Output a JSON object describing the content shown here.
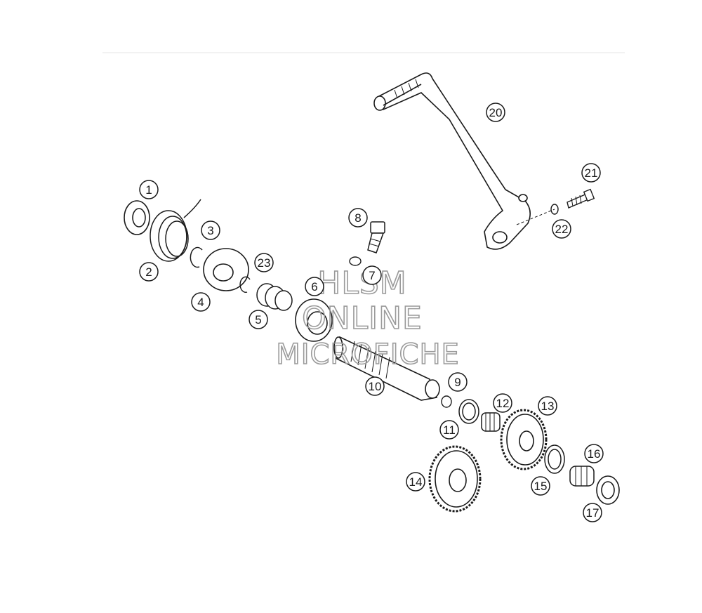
{
  "callouts": [
    {
      "id": "1",
      "label": "1"
    },
    {
      "id": "2",
      "label": "2"
    },
    {
      "id": "3",
      "label": "3"
    },
    {
      "id": "4",
      "label": "4"
    },
    {
      "id": "5",
      "label": "5"
    },
    {
      "id": "6",
      "label": "6"
    },
    {
      "id": "7",
      "label": "7"
    },
    {
      "id": "8",
      "label": "8"
    },
    {
      "id": "9",
      "label": "9"
    },
    {
      "id": "10",
      "label": "10"
    },
    {
      "id": "11",
      "label": "11"
    },
    {
      "id": "12",
      "label": "12"
    },
    {
      "id": "13",
      "label": "13"
    },
    {
      "id": "14",
      "label": "14"
    },
    {
      "id": "15",
      "label": "15"
    },
    {
      "id": "16",
      "label": "16"
    },
    {
      "id": "17",
      "label": "17"
    },
    {
      "id": "20",
      "label": "20"
    },
    {
      "id": "21",
      "label": "21"
    },
    {
      "id": "22",
      "label": "22"
    },
    {
      "id": "23",
      "label": "23"
    }
  ],
  "watermark": {
    "line1": "HLSM",
    "line2": "ONLINE",
    "line3": "MICROFICHE"
  },
  "colors": {
    "ink": "#1a1a1a",
    "watermark": "#9a9a9a",
    "rule": "#e6e6e6"
  }
}
